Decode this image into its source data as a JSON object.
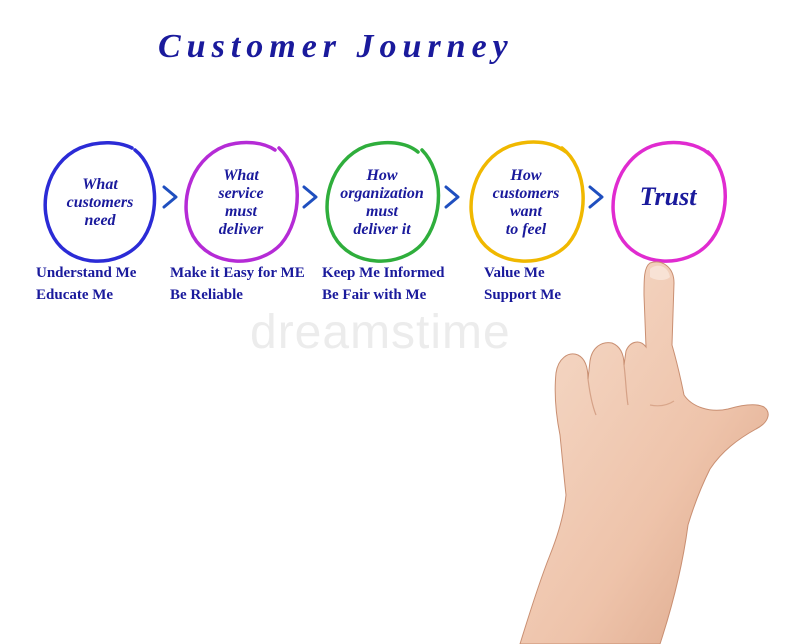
{
  "title": "Customer Journey",
  "steps": [
    {
      "label": "What\ncustomers\nneed",
      "color": "#2b2bd6"
    },
    {
      "label": "What\nservice\nmust\ndeliver",
      "color": "#b52bd6"
    },
    {
      "label": "How\norganization\nmust\ndeliver it",
      "color": "#2fae3c"
    },
    {
      "label": "How\ncustomers\nwant\nto feel",
      "color": "#f0b800"
    },
    {
      "label": "Trust",
      "color": "#e02bd0"
    }
  ],
  "captions": [
    [
      "Understand Me",
      "Educate Me"
    ],
    [
      "Make it Easy for ME",
      "Be Reliable"
    ],
    [
      "Keep Me Informed",
      "Be Fair with Me"
    ],
    [
      "Value Me",
      "Support Me"
    ]
  ],
  "arrow_color": "#1f4fbf",
  "text_color": "#1a1a9c",
  "watermark": "dreamstime"
}
